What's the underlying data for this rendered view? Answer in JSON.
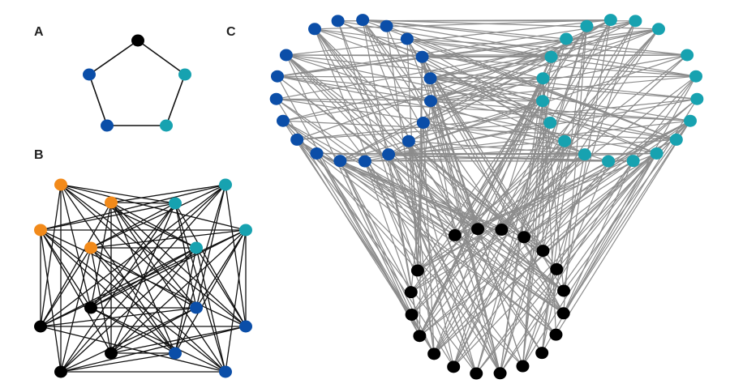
{
  "panels": {
    "a": {
      "label": "A",
      "node_colors": [
        "#000000",
        "#17a2b0",
        "#17a2b0",
        "#0b4ea8",
        "#0b4ea8"
      ]
    },
    "b": {
      "label": "B",
      "groups": [
        {
          "name": "orange",
          "color": "#f28a1a",
          "count": 4
        },
        {
          "name": "teal",
          "color": "#17a2b0",
          "count": 4
        },
        {
          "name": "black",
          "color": "#000000",
          "count": 4
        },
        {
          "name": "blue",
          "color": "#0b4ea8",
          "count": 4
        }
      ]
    },
    "c": {
      "label": "C",
      "groups": [
        {
          "name": "blue",
          "color": "#0b4ea8",
          "count": 19
        },
        {
          "name": "teal",
          "color": "#17a2b0",
          "count": 19
        },
        {
          "name": "black",
          "color": "#000000",
          "count": 19
        }
      ]
    }
  },
  "colors": {
    "edge_dark": "#111111",
    "edge_gray": "#8c8c8c"
  }
}
